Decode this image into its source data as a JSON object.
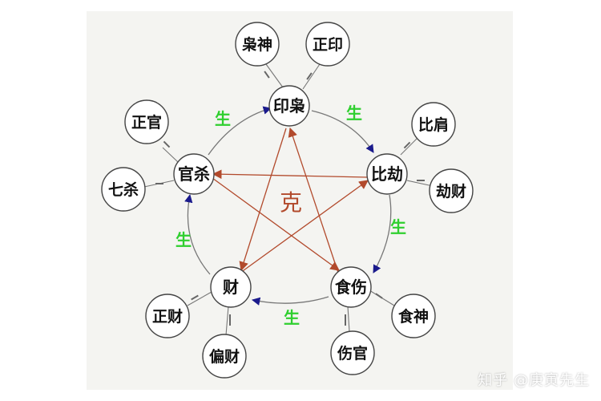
{
  "nodes": {
    "yinxiao": "印枭",
    "bijie": "比劫",
    "shishang": "食伤",
    "cai": "财",
    "guansha": "官杀"
  },
  "subnodes": {
    "xiaoshen": "枭神",
    "zhengyin": "正印",
    "bijian": "比肩",
    "jiecai": "劫财",
    "shishen": "食神",
    "shangguan": "伤官",
    "zhengcai": "正财",
    "piancai": "偏财",
    "zhengguan": "正官",
    "qisha": "七杀"
  },
  "generate_label": "生",
  "control_label": "克",
  "watermark": "知乎 @庚寅先生",
  "colors": {
    "generate_text": "#2fcf2f",
    "generate_arrow": "#1a1a8c",
    "control_line": "#b24a2c",
    "ke_text": "#b24a2c"
  }
}
